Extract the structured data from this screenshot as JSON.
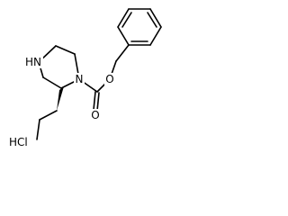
{
  "molecule": {
    "atoms": {
      "amine_nh": "HN",
      "ring_n": "N",
      "carbonyl_o": "O",
      "ester_o": "O"
    },
    "salt": "HCl",
    "colors": {
      "bond": "#000000",
      "background": "#ffffff"
    }
  }
}
